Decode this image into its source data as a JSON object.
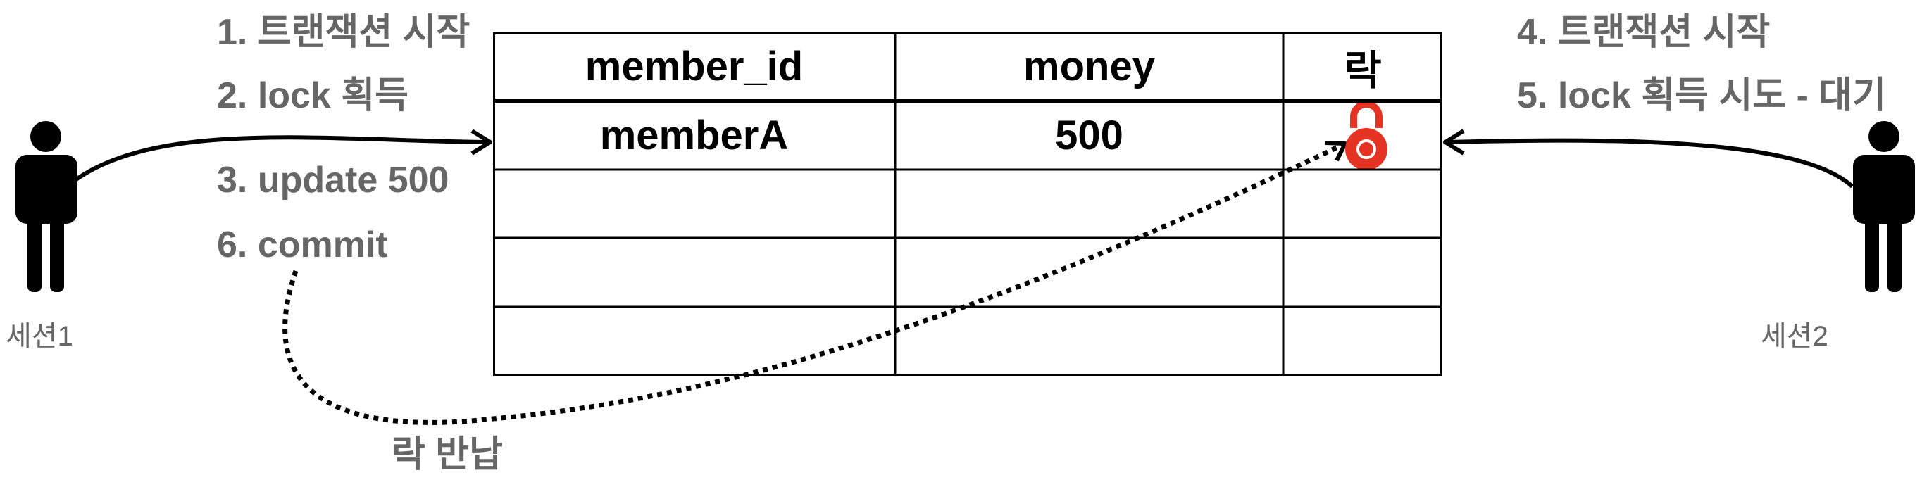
{
  "session1": {
    "label": "세션1",
    "steps": [
      "1. 트랜잭션 시작",
      "2. lock 획득",
      "3. update 500",
      "6. commit"
    ]
  },
  "session2": {
    "label": "세션2",
    "steps": [
      "4. 트랜잭션 시작",
      "5. lock 획득 시도 - 대기"
    ]
  },
  "table": {
    "headers": [
      "member_id",
      "money",
      "락"
    ],
    "rows": [
      [
        "memberA",
        "500",
        ""
      ],
      [
        "",
        "",
        ""
      ],
      [
        "",
        "",
        ""
      ],
      [
        "",
        "",
        ""
      ]
    ]
  },
  "lock_icon": {
    "name": "lock-icon",
    "color": "#e53323"
  },
  "release_label": "락 반납",
  "colors": {
    "text_gray": "#666666",
    "line": "#000000"
  }
}
